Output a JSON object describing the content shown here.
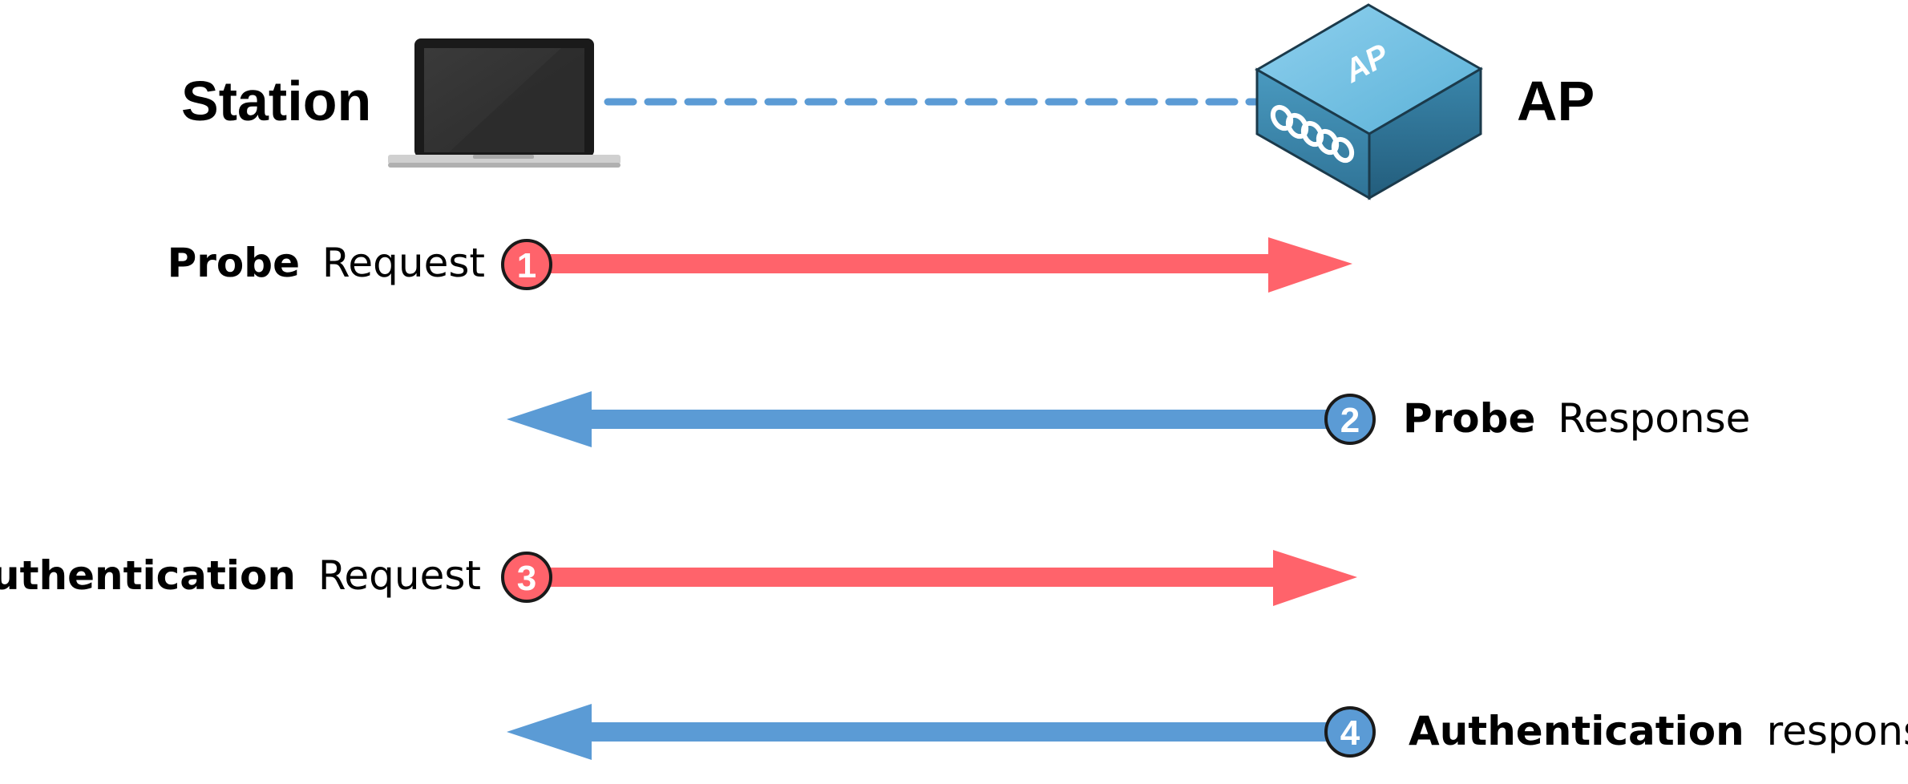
{
  "actors": {
    "station": "Station",
    "ap": "AP",
    "ap_device_badge": "AP"
  },
  "messages": [
    {
      "step": "1",
      "strong": "Probe",
      "rest": "Request",
      "direction": "station-to-ap",
      "color": "#ff636b"
    },
    {
      "step": "2",
      "strong": "Probe",
      "rest": "Response",
      "direction": "ap-to-station",
      "color": "#5b9bd5"
    },
    {
      "step": "3",
      "strong": "Authentication",
      "rest": "Request",
      "direction": "station-to-ap",
      "color": "#ff636b"
    },
    {
      "step": "4",
      "strong": "Authentication",
      "rest": "response",
      "direction": "ap-to-station",
      "color": "#5b9bd5"
    }
  ],
  "colors": {
    "request": "#ff636b",
    "response": "#5b9bd5",
    "link": "#5b9bd5",
    "ap_device": "#3d87a8"
  },
  "icons": {
    "station": "laptop-icon",
    "ap": "access-point-icon"
  }
}
